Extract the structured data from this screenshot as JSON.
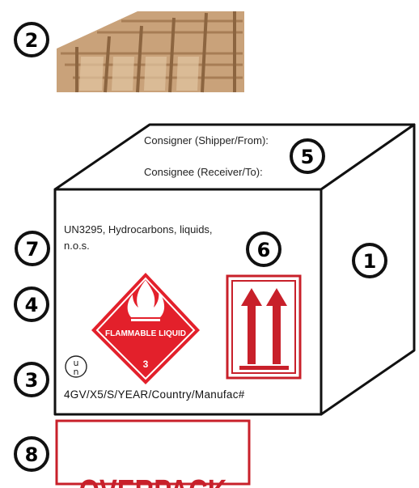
{
  "badges": {
    "one": "1",
    "two": "2",
    "three": "3",
    "four": "4",
    "five": "5",
    "six": "6",
    "seven": "7",
    "eight": "8"
  },
  "box": {
    "consigner": "Consigner (Shipper/From):",
    "consignee": "Consignee (Receiver/To):",
    "proper_name_line1": "UN3295, Hydrocarbons, liquids,",
    "proper_name_line2": "n.o.s.",
    "un_mark": "4GV/X5/S/YEAR/Country/Manufac#",
    "un_symbol_top": "u",
    "un_symbol_bottom": "n"
  },
  "hazard_label": {
    "text": "FLAMMABLE LIQUID",
    "class_number": "3",
    "color": "#e3202b"
  },
  "overpack": {
    "text": "OVERPACK",
    "color": "#c8202a"
  },
  "orientation_label": {
    "color": "#c8202a"
  }
}
